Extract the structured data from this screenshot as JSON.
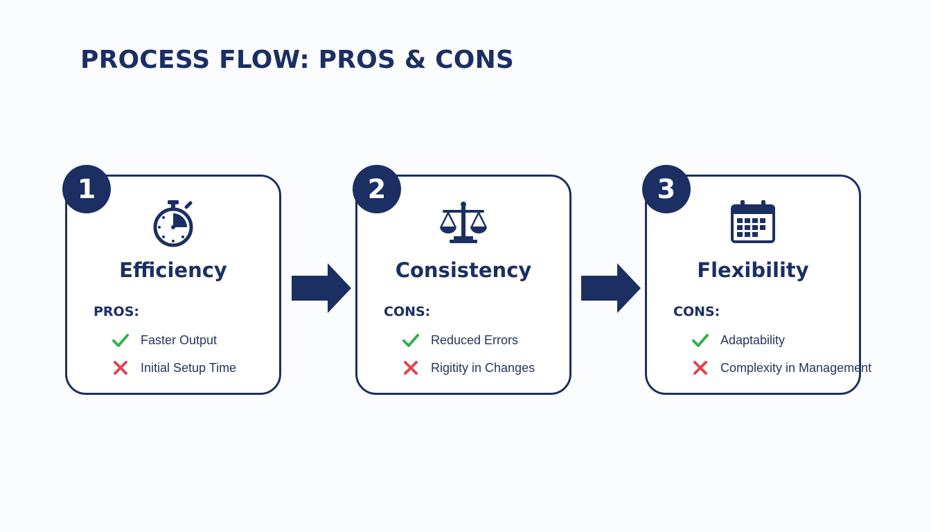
{
  "title": "PROCESS FLOW: PROS & CONS",
  "colors": {
    "navy": "#1b2f63",
    "check_green": "#2fb24a",
    "cross_red": "#e0444e"
  },
  "steps": [
    {
      "number": "1",
      "icon": "stopwatch-icon",
      "title": "Efficiency",
      "section_label": "PROS:",
      "items": [
        {
          "mark": "check-icon",
          "text": "Faster Output"
        },
        {
          "mark": "cross-icon",
          "text": "Initial Setup Time"
        }
      ]
    },
    {
      "number": "2",
      "icon": "balance-scale-icon",
      "title": "Consistency",
      "section_label": "CONS:",
      "items": [
        {
          "mark": "check-icon",
          "text": "Reduced Errors"
        },
        {
          "mark": "cross-icon",
          "text": "Rigitity in Changes"
        }
      ]
    },
    {
      "number": "3",
      "icon": "calendar-icon",
      "title": "Flexibility",
      "section_label": "CONS:",
      "items": [
        {
          "mark": "check-icon",
          "text": "Adaptability"
        },
        {
          "mark": "cross-icon",
          "text": "Complexity in Management"
        }
      ]
    }
  ],
  "arrows": [
    {
      "icon": "right-arrow-icon"
    },
    {
      "icon": "right-arrow-icon"
    }
  ]
}
